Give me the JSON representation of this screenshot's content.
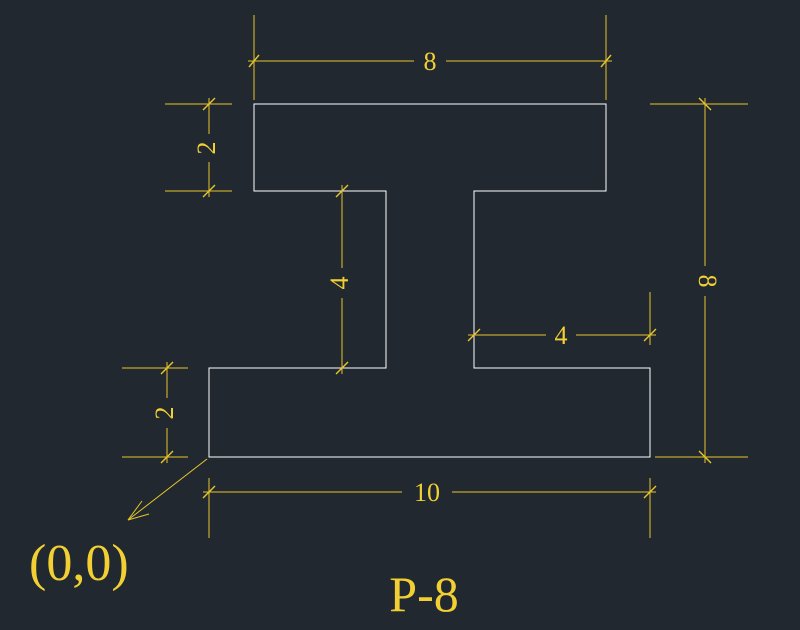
{
  "colors": {
    "background": "#212830",
    "dimension": "#E8C62A",
    "dimension_text": "#F2D033",
    "outline": "#FFFFFF"
  },
  "dimensions": {
    "top_width": "8",
    "top_height": "2",
    "web_height": "4",
    "right_notch_width": "4",
    "total_height": "8",
    "bottom_height": "2",
    "bottom_width": "10"
  },
  "origin_label": "(0,0)",
  "figure_label": "P-8"
}
